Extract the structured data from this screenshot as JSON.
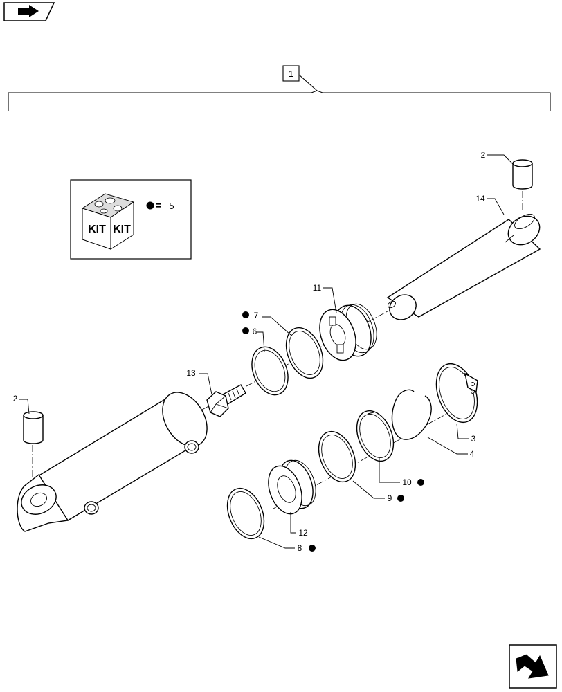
{
  "assembly_label": "1",
  "kit": {
    "box_text_left": "KIT",
    "box_text_right": "KIT",
    "legend_equals": "=",
    "legend_number": "5"
  },
  "callouts": {
    "p2_top": "2",
    "p2_left": "2",
    "p3": "3",
    "p4": "4",
    "p6": "6",
    "p7": "7",
    "p8": "8",
    "p9": "9",
    "p10": "10",
    "p11": "11",
    "p12": "12",
    "p13": "13",
    "p14": "14"
  },
  "icons": {
    "corner_top": "page-back-arrow-icon",
    "corner_bottom": "page-next-arrow-icon",
    "kit_marker": "filled-dot-icon"
  },
  "colors": {
    "ink": "#000000",
    "paper": "#ffffff"
  }
}
